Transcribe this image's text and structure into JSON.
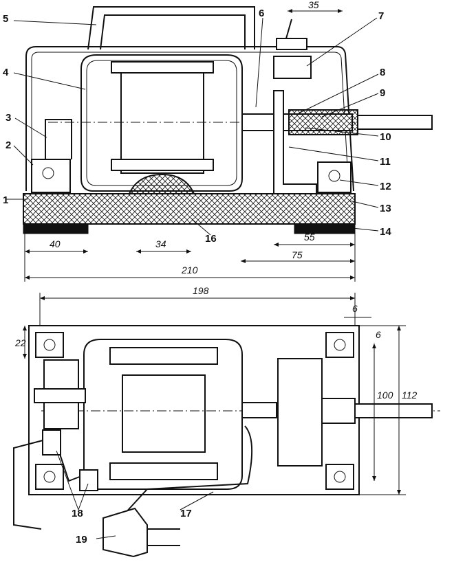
{
  "callouts": [
    "1",
    "2",
    "3",
    "4",
    "5",
    "6",
    "7",
    "8",
    "9",
    "10",
    "11",
    "12",
    "13",
    "14",
    "16",
    "17",
    "18",
    "19"
  ],
  "dimensions": {
    "d35": "35",
    "d40": "40",
    "d34": "34",
    "d55": "55",
    "d75": "75",
    "d210": "210",
    "d198": "198",
    "d6a": "6",
    "d6b": "6",
    "d22": "22",
    "d100": "100",
    "d112": "112"
  }
}
